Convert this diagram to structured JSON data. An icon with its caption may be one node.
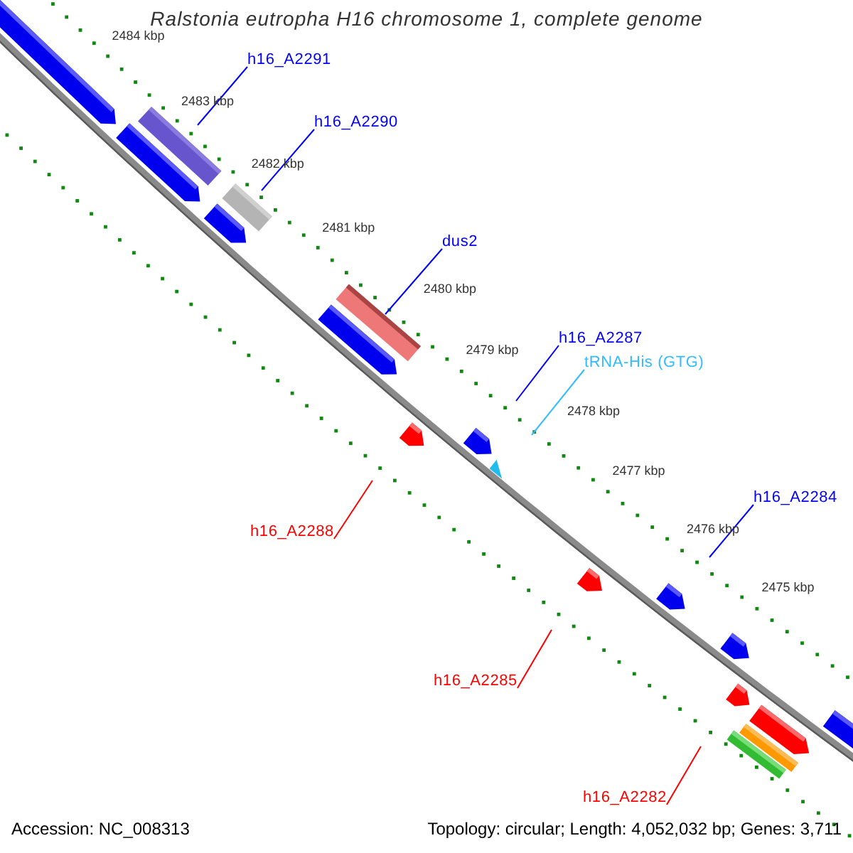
{
  "diagram": {
    "title": "Ralstonia eutropha H16 chromosome 1, complete genome",
    "nodes": [
      {
        "text": [
          "h16_A2291"
        ]
      },
      {
        "text": [
          "h16_A2290"
        ]
      },
      {
        "text": [
          "dus2"
        ]
      },
      {
        "text": [
          "h16_A2287"
        ]
      },
      {
        "text": [
          "tRNA-His (GTG)"
        ]
      },
      {
        "text": [
          "h16_A2284"
        ]
      },
      {
        "text": [
          "h16_A2288"
        ]
      },
      {
        "text": [
          "h16_A2285"
        ]
      },
      {
        "text": [
          "h16_A2282"
        ]
      }
    ],
    "edges": [
      {
        "from": 0,
        "to": null,
        "arrow": "none"
      },
      {
        "from": 1,
        "to": null,
        "arrow": "none"
      },
      {
        "from": 2,
        "to": null,
        "arrow": "none"
      },
      {
        "from": 3,
        "to": null,
        "arrow": "none"
      },
      {
        "from": 4,
        "to": null,
        "arrow": "none",
        "color": "#33bbff"
      },
      {
        "from": 5,
        "to": null,
        "arrow": "none"
      },
      {
        "from": 6,
        "to": null,
        "arrow": "none",
        "color": "#ff0000"
      },
      {
        "from": 7,
        "to": null,
        "arrow": "none",
        "color": "#ff0000"
      },
      {
        "from": 8,
        "to": null,
        "arrow": "none",
        "color": "#ff0000"
      }
    ],
    "labels": [
      "2484 kbp",
      "2483 kbp",
      "2482 kbp",
      "2481 kbp",
      "2480 kbp",
      "2479 kbp",
      "2478 kbp",
      "2477 kbp",
      "2476 kbp",
      "2475 kbp",
      "Accession: NC_008313",
      "Topology: circular; Length: 4,052,032 bp; Genes: 3,711"
    ]
  }
}
